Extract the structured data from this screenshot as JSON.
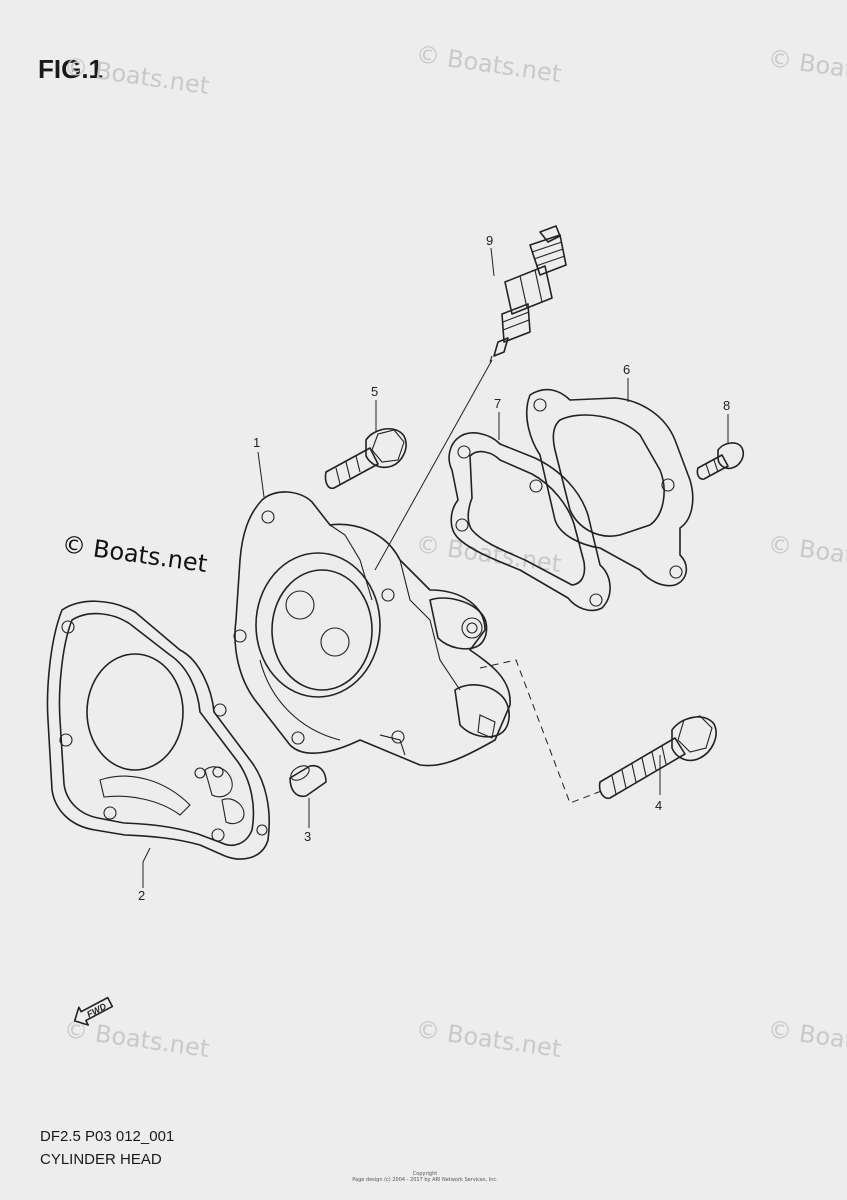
{
  "figure": {
    "title": "FIG.1",
    "model_code": "DF2.5 P03 012_001",
    "section_name": "CYLINDER HEAD",
    "copyright_line1": "Copyright",
    "copyright_line2": "Page design (c) 2004 - 2017 by ARI Network Services, Inc.",
    "fwd_label": "FWD"
  },
  "watermarks": {
    "faint": "© Boats.net",
    "strong": "© Boats.net"
  },
  "callouts": [
    {
      "id": "1",
      "label": "1"
    },
    {
      "id": "2",
      "label": "2"
    },
    {
      "id": "3",
      "label": "3"
    },
    {
      "id": "4",
      "label": "4"
    },
    {
      "id": "5",
      "label": "5"
    },
    {
      "id": "6",
      "label": "6"
    },
    {
      "id": "7",
      "label": "7"
    },
    {
      "id": "8",
      "label": "8"
    },
    {
      "id": "9",
      "label": "9"
    }
  ],
  "colors": {
    "background": "#ededed",
    "line": "#222222",
    "watermark": "#c9c9c9"
  }
}
